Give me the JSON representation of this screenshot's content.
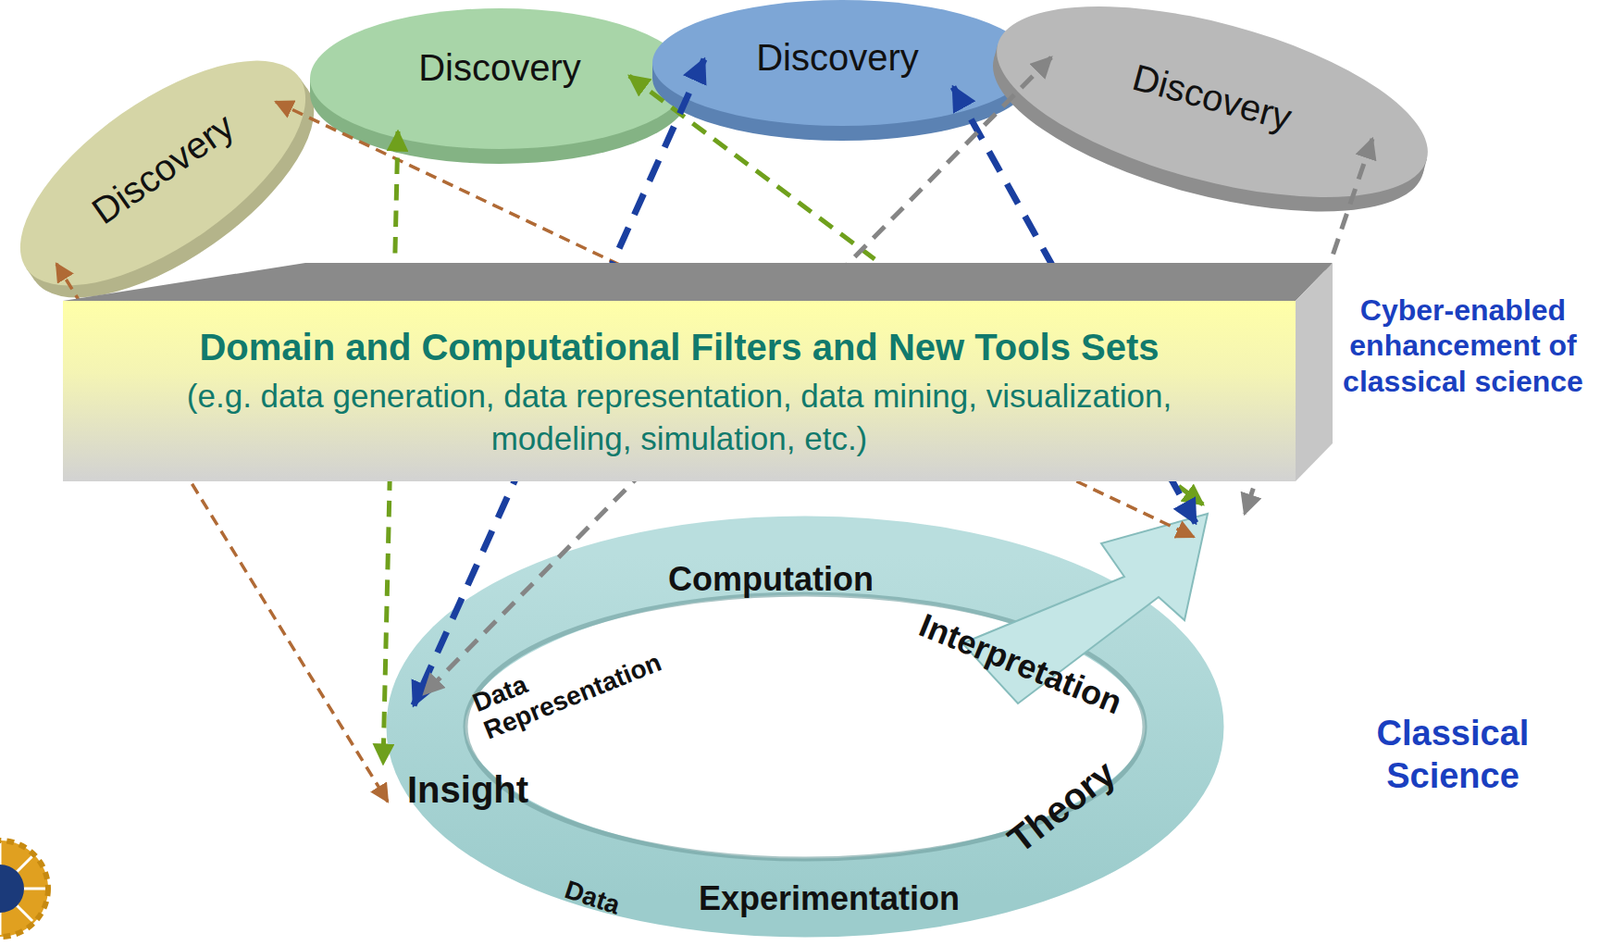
{
  "diagram": {
    "nodes": [
      {
        "text": [
          "Discovery"
        ]
      },
      {
        "text": [
          "Discovery"
        ]
      },
      {
        "text": [
          "Discovery"
        ]
      },
      {
        "text": [
          "Discovery"
        ]
      },
      {
        "text": [
          "Domain and Computational Filters and New Tools Sets",
          "(e.g. data generation, data representation, data mining, visualization, modeling, simulation, etc.)"
        ]
      },
      {
        "text": [
          "Computation",
          "Interpretation",
          "Data Representation",
          "Insight",
          "Theory",
          "Data",
          "Experimentation"
        ]
      }
    ],
    "edges": [
      {
        "from": 0,
        "to": 5,
        "arrow": "both"
      },
      {
        "from": 0,
        "to": 5,
        "arrow": "both"
      },
      {
        "from": 1,
        "to": 5,
        "arrow": "both"
      },
      {
        "from": 1,
        "to": 5,
        "arrow": "both"
      },
      {
        "from": 2,
        "to": 5,
        "arrow": "both"
      },
      {
        "from": 2,
        "to": 5,
        "arrow": "both"
      },
      {
        "from": 3,
        "to": 5,
        "arrow": "both"
      },
      {
        "from": 3,
        "to": 5,
        "arrow": "both"
      }
    ],
    "labels": [
      "Cyber-enabled enhancement of classical science",
      "Classical Science"
    ]
  }
}
